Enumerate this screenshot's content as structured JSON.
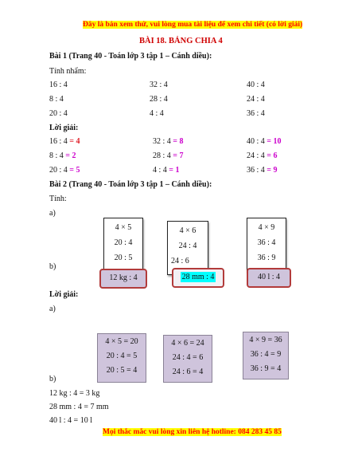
{
  "banner": "Đây là bản xem thử, vui lòng mua tài liệu để xem chi tiết (có lời giải)",
  "title": "BÀI 18. BẢNG CHIA 4",
  "bai1": {
    "heading": "Bài 1 (Trang 40 - Toán lớp 3 tập 1 – Cánh diều):",
    "instruction": "Tính nhẩm:",
    "rows": [
      [
        "16 : 4",
        "32 : 4",
        "40 : 4"
      ],
      [
        "8 : 4",
        "28 : 4",
        "24 : 4"
      ],
      [
        "20 : 4",
        "4 : 4",
        "36 : 4"
      ]
    ],
    "solution_label": "Lời giải:",
    "answers": [
      [
        {
          "q": "16 : 4",
          "eq": " = ",
          "a": "4"
        },
        {
          "q": "32 : 4",
          "eq": " = ",
          "a": "8"
        },
        {
          "q": "40 : 4",
          "eq": " = ",
          "a": "10"
        }
      ],
      [
        {
          "q": "8 : 4",
          "eq": " = ",
          "a": "2"
        },
        {
          "q": "28 : 4",
          "eq": " = ",
          "a": "7"
        },
        {
          "q": "24 : 4",
          "eq": " = ",
          "a": "6"
        }
      ],
      [
        {
          "q": "20 : 4",
          "eq": " = ",
          "a": "5"
        },
        {
          "q": "4 : 4",
          "eq": " = ",
          "a": "1"
        },
        {
          "q": "36 : 4",
          "eq": " = ",
          "a": "9"
        }
      ]
    ]
  },
  "bai2": {
    "heading": "Bài 2 (Trang 40 - Toán lớp 3 tập 1 – Cánh diều):",
    "instruction": "Tính:",
    "part_a": "a)",
    "part_b": "b)",
    "cards": [
      [
        "4 × 5",
        "20 : 4",
        "20 : 5"
      ],
      [
        "4 × 6",
        "24 : 4",
        "24 : 6"
      ],
      [
        "4 × 9",
        "36 : 4",
        "36 : 9"
      ]
    ],
    "tags": [
      "12 kg : 4",
      "28 mm : 4",
      "40 l : 4"
    ],
    "solution_label": "Lời giải:",
    "answer_cards": [
      [
        "4 × 5  = 20",
        "20 : 4 = 5",
        "20 : 5 = 4"
      ],
      [
        "4 × 6 = 24",
        "24 : 4 = 6",
        "24 : 6 = 4"
      ],
      [
        "4 × 9  = 36",
        "36 : 4 = 9",
        "36 : 9 = 4"
      ]
    ],
    "b_answers": [
      "12 kg : 4 = 3 kg",
      "28 mm : 4 = 7 mm",
      "40 l : 4 = 10 l"
    ]
  },
  "footer": "Mọi thắc mắc vui lòng xin liên hệ hotline: 084 283 45 85",
  "colors": {
    "answer_red": "#e0202a",
    "answer_magenta": "#cc00cc",
    "highlight_cyan": "#00ffff",
    "card_purple": "#cfc4dc"
  }
}
